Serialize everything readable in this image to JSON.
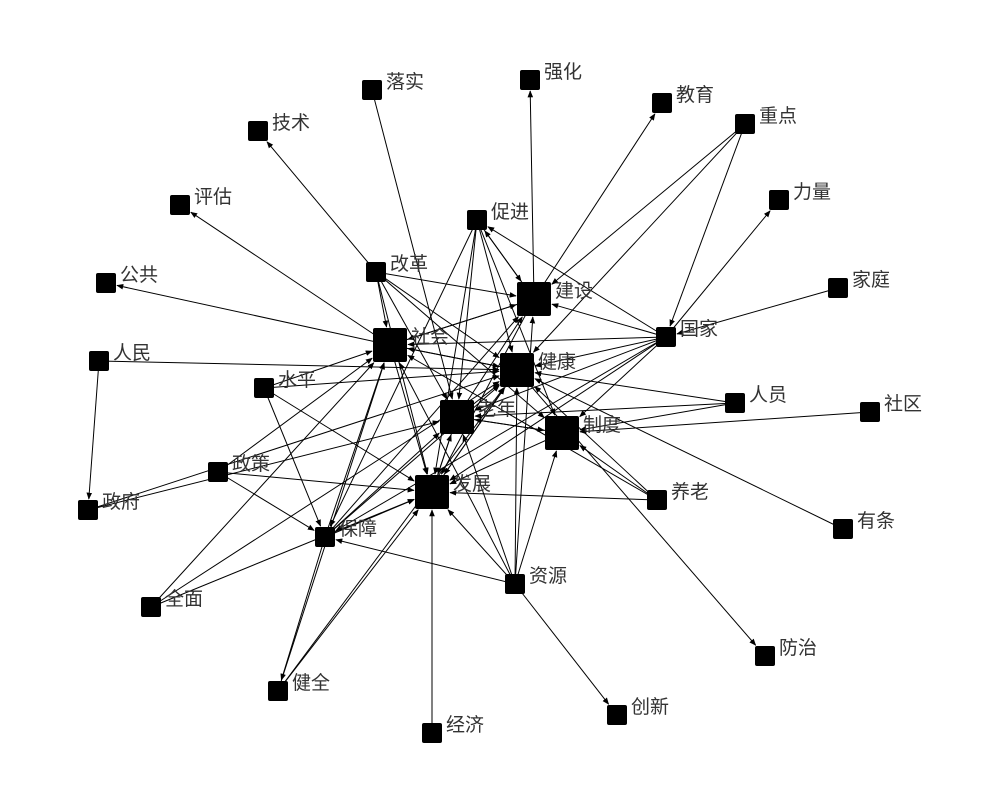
{
  "colors": {
    "background": "#ffffff",
    "node": "#000000",
    "edge": "#000000",
    "label": "#333333"
  },
  "nodes": [
    {
      "id": "qianghua",
      "label": "强化"
    },
    {
      "id": "luoshi",
      "label": "落实"
    },
    {
      "id": "jiaoyu",
      "label": "教育"
    },
    {
      "id": "zhongdian",
      "label": "重点"
    },
    {
      "id": "jishu",
      "label": "技术"
    },
    {
      "id": "liliang",
      "label": "力量"
    },
    {
      "id": "pinggu",
      "label": "评估"
    },
    {
      "id": "cujin",
      "label": "促进"
    },
    {
      "id": "gaige",
      "label": "改革"
    },
    {
      "id": "jiashe",
      "label": "建设"
    },
    {
      "id": "jiating",
      "label": "家庭"
    },
    {
      "id": "gonggong",
      "label": "公共"
    },
    {
      "id": "shehui",
      "label": "社会"
    },
    {
      "id": "guojia",
      "label": "国家"
    },
    {
      "id": "renmin",
      "label": "人民"
    },
    {
      "id": "jiankang",
      "label": "健康"
    },
    {
      "id": "shuiping",
      "label": "水平"
    },
    {
      "id": "renyuan",
      "label": "人员"
    },
    {
      "id": "shequ",
      "label": "社区"
    },
    {
      "id": "laonian",
      "label": "老年"
    },
    {
      "id": "zhidu",
      "label": "制度"
    },
    {
      "id": "zhengce",
      "label": "政策"
    },
    {
      "id": "fazhan",
      "label": "发展"
    },
    {
      "id": "yanglao",
      "label": "养老"
    },
    {
      "id": "zhengfu",
      "label": "政府"
    },
    {
      "id": "youtiao",
      "label": "有条"
    },
    {
      "id": "baozhang",
      "label": "保障"
    },
    {
      "id": "ziyuan",
      "label": "资源"
    },
    {
      "id": "quanmian",
      "label": "全面"
    },
    {
      "id": "fangzhi",
      "label": "防治"
    },
    {
      "id": "jianquan",
      "label": "健全"
    },
    {
      "id": "chuangxin",
      "label": "创新"
    },
    {
      "id": "jingji",
      "label": "经济"
    }
  ],
  "edges": [
    [
      "luoshi",
      "laonian"
    ],
    [
      "jiashe",
      "jiaoyu"
    ],
    [
      "zhongdian",
      "jiashe"
    ],
    [
      "zhongdian",
      "jiankang"
    ],
    [
      "zhongdian",
      "guojia"
    ],
    [
      "gaige",
      "jishu"
    ],
    [
      "guojia",
      "liliang"
    ],
    [
      "jiashe",
      "qianghua"
    ],
    [
      "shehui",
      "pinggu"
    ],
    [
      "shehui",
      "gonggong"
    ],
    [
      "jiashe",
      "cujin"
    ],
    [
      "renmin",
      "zhengfu"
    ],
    [
      "renmin",
      "jiankang"
    ],
    [
      "jiating",
      "guojia"
    ],
    [
      "shequ",
      "zhidu"
    ],
    [
      "shehui",
      "jiankang"
    ],
    [
      "jiankang",
      "shehui"
    ],
    [
      "jiashe",
      "shehui"
    ],
    [
      "shehui",
      "jiashe"
    ],
    [
      "laonian",
      "jiashe"
    ],
    [
      "laonian",
      "jiankang"
    ],
    [
      "laonian",
      "zhidu"
    ],
    [
      "zhidu",
      "laonian"
    ],
    [
      "fazhan",
      "laonian"
    ],
    [
      "fazhan",
      "jiankang"
    ],
    [
      "shehui",
      "fazhan"
    ],
    [
      "jiankang",
      "fazhan"
    ],
    [
      "jiashe",
      "fazhan"
    ],
    [
      "zhidu",
      "fazhan"
    ],
    [
      "laonian",
      "fazhan"
    ],
    [
      "guojia",
      "jiashe"
    ],
    [
      "guojia",
      "jiankang"
    ],
    [
      "guojia",
      "shehui"
    ],
    [
      "guojia",
      "laonian"
    ],
    [
      "guojia",
      "zhidu"
    ],
    [
      "guojia",
      "baozhang"
    ],
    [
      "guojia",
      "cujin"
    ],
    [
      "gaige",
      "shehui"
    ],
    [
      "gaige",
      "jiashe"
    ],
    [
      "gaige",
      "jiankang"
    ],
    [
      "gaige",
      "laonian"
    ],
    [
      "gaige",
      "fazhan"
    ],
    [
      "gaige",
      "zhidu"
    ],
    [
      "cujin",
      "fazhan"
    ],
    [
      "cujin",
      "jiashe"
    ],
    [
      "cujin",
      "jiankang"
    ],
    [
      "cujin",
      "laonian"
    ],
    [
      "cujin",
      "zhidu"
    ],
    [
      "cujin",
      "baozhang"
    ],
    [
      "shuiping",
      "fazhan"
    ],
    [
      "shuiping",
      "baozhang"
    ],
    [
      "shuiping",
      "jiankang"
    ],
    [
      "shuiping",
      "shehui"
    ],
    [
      "zhengce",
      "fazhan"
    ],
    [
      "zhengce",
      "baozhang"
    ],
    [
      "zhengce",
      "shehui"
    ],
    [
      "zhengfu",
      "laonian"
    ],
    [
      "zhengfu",
      "jiankang"
    ],
    [
      "baozhang",
      "fazhan"
    ],
    [
      "baozhang",
      "shehui"
    ],
    [
      "baozhang",
      "laonian"
    ],
    [
      "baozhang",
      "jiankang"
    ],
    [
      "baozhang",
      "jianquan"
    ],
    [
      "baozhang",
      "jiashe"
    ],
    [
      "ziyuan",
      "fazhan"
    ],
    [
      "ziyuan",
      "shehui"
    ],
    [
      "ziyuan",
      "jiashe"
    ],
    [
      "ziyuan",
      "jiankang"
    ],
    [
      "ziyuan",
      "laonian"
    ],
    [
      "ziyuan",
      "baozhang"
    ],
    [
      "ziyuan",
      "chuangxin"
    ],
    [
      "ziyuan",
      "zhidu"
    ],
    [
      "yanglao",
      "fazhan"
    ],
    [
      "yanglao",
      "jiankang"
    ],
    [
      "yanglao",
      "shehui"
    ],
    [
      "yanglao",
      "zhidu"
    ],
    [
      "renyuan",
      "jiankang"
    ],
    [
      "renyuan",
      "laonian"
    ],
    [
      "renyuan",
      "zhidu"
    ],
    [
      "youtiao",
      "jiankang"
    ],
    [
      "jiankang",
      "fangzhi"
    ],
    [
      "quanmian",
      "fazhan"
    ],
    [
      "quanmian",
      "shehui"
    ],
    [
      "quanmian",
      "jiankang"
    ],
    [
      "jianquan",
      "fazhan"
    ],
    [
      "jianquan",
      "shehui"
    ],
    [
      "jianquan",
      "jiankang"
    ],
    [
      "jingji",
      "fazhan"
    ],
    [
      "guojia",
      "fazhan"
    ]
  ]
}
